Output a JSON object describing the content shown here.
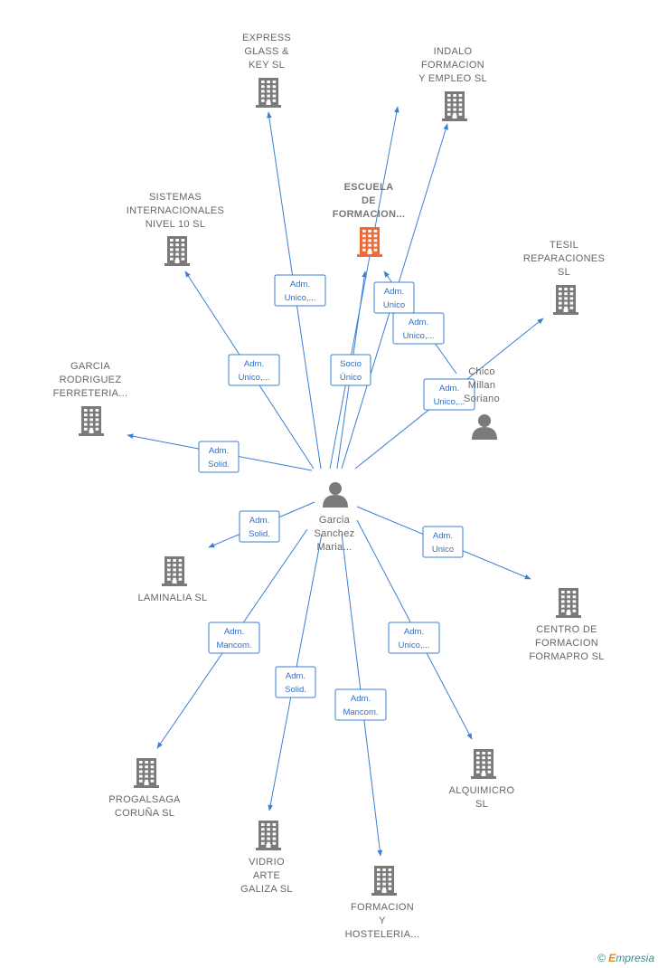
{
  "colors": {
    "edge": "#3a7fd5",
    "company": "#7a7a7a",
    "highlight": "#f06a35",
    "person": "#7a7a7a",
    "label": "#666666"
  },
  "nodes": [
    {
      "id": "express",
      "type": "company",
      "lines": [
        "EXPRESS",
        "GLASS &",
        "KEY  SL"
      ]
    },
    {
      "id": "indalo",
      "type": "company",
      "lines": [
        "INDALO",
        "FORMACION",
        "Y EMPLEO SL"
      ]
    },
    {
      "id": "escuela",
      "type": "company-highlight",
      "lines": [
        "ESCUELA",
        "DE",
        "FORMACION..."
      ]
    },
    {
      "id": "sistemas",
      "type": "company",
      "lines": [
        "SISTEMAS",
        "INTERNACIONALES",
        "NIVEL 10 SL"
      ]
    },
    {
      "id": "tesil",
      "type": "company",
      "lines": [
        "TESIL",
        "REPARACIONES",
        "SL"
      ]
    },
    {
      "id": "chico",
      "type": "person",
      "lines": [
        "Chico",
        "Millan",
        "Soriano"
      ]
    },
    {
      "id": "garcia_rod",
      "type": "company",
      "lines": [
        "GARCIA",
        "RODRIGUEZ",
        "FERRETERIA..."
      ]
    },
    {
      "id": "center",
      "type": "person",
      "lines": [
        "Garcia",
        "Sanchez",
        "Maria..."
      ]
    },
    {
      "id": "laminalia",
      "type": "company",
      "lines": [
        "LAMINALIA SL"
      ]
    },
    {
      "id": "centro",
      "type": "company",
      "lines": [
        "CENTRO DE",
        "FORMACION",
        "FORMAPRO SL"
      ]
    },
    {
      "id": "progalsaga",
      "type": "company",
      "lines": [
        "PROGALSAGA",
        "CORUÑA SL"
      ]
    },
    {
      "id": "alquimicro",
      "type": "company",
      "lines": [
        "ALQUIMICRO",
        "SL"
      ]
    },
    {
      "id": "vidrio",
      "type": "company",
      "lines": [
        "VIDRIO",
        "ARTE",
        "GALIZA SL"
      ]
    },
    {
      "id": "formacion_h",
      "type": "company",
      "lines": [
        "FORMACION",
        "Y",
        "HOSTELERIA..."
      ]
    }
  ],
  "edges": [
    {
      "from": "center",
      "to": "express",
      "label": [
        "Adm.",
        "Unico,..."
      ]
    },
    {
      "from": "center",
      "to": "indalo",
      "label": [
        "Adm.",
        "Unico,..."
      ]
    },
    {
      "from": "center",
      "to": "escuela",
      "label": [
        "Socio",
        "Único"
      ]
    },
    {
      "from": "center",
      "to": "sistemas",
      "label": [
        "Adm.",
        "Unico,..."
      ]
    },
    {
      "from": "center",
      "to": "tesil",
      "label": [
        "Adm.",
        "Unico,..."
      ]
    },
    {
      "from": "chico",
      "to": "escuela",
      "label": [
        "Adm.",
        "Unico"
      ]
    },
    {
      "from": "center",
      "to": "garcia_rod",
      "label": [
        "Adm.",
        "Solid."
      ]
    },
    {
      "from": "center",
      "to": "laminalia",
      "label": [
        "Adm.",
        "Solid."
      ]
    },
    {
      "from": "center",
      "to": "centro",
      "label": [
        "Adm.",
        "Unico"
      ]
    },
    {
      "from": "center",
      "to": "progalsaga",
      "label": [
        "Adm.",
        "Mancom."
      ]
    },
    {
      "from": "center",
      "to": "alquimicro",
      "label": [
        "Adm.",
        "Unico,..."
      ]
    },
    {
      "from": "center",
      "to": "vidrio",
      "label": [
        "Adm.",
        "Solid."
      ]
    },
    {
      "from": "center",
      "to": "formacion_h",
      "label": [
        "Adm.",
        "Mancom."
      ]
    },
    {
      "from": "center",
      "to": "escuela",
      "label": [
        "Adm.",
        "Unico,..."
      ]
    }
  ],
  "watermark": {
    "symbol": "©",
    "brand_first": "E",
    "brand_rest": "mpresia"
  }
}
